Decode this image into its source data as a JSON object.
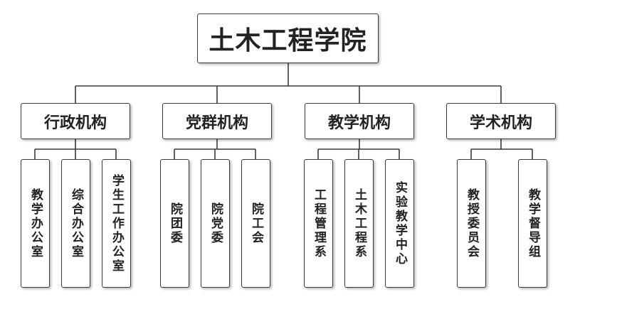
{
  "root": {
    "label": "土木工程学院"
  },
  "departments": [
    {
      "label": "行政机构",
      "children": [
        "教学办公室",
        "综合办公室",
        "学生工作办公室"
      ]
    },
    {
      "label": "党群机构",
      "children": [
        "院团委",
        "院党委",
        "院工会"
      ]
    },
    {
      "label": "教学机构",
      "children": [
        "工程管理系",
        "土木工程系",
        "实验教学中心"
      ]
    },
    {
      "label": "学术机构",
      "children": [
        "教授委员会",
        "教学督导组"
      ]
    }
  ],
  "colors": {
    "line": "#3a3a3a",
    "box_border": "#3a3a3a",
    "background": "#ffffff"
  }
}
